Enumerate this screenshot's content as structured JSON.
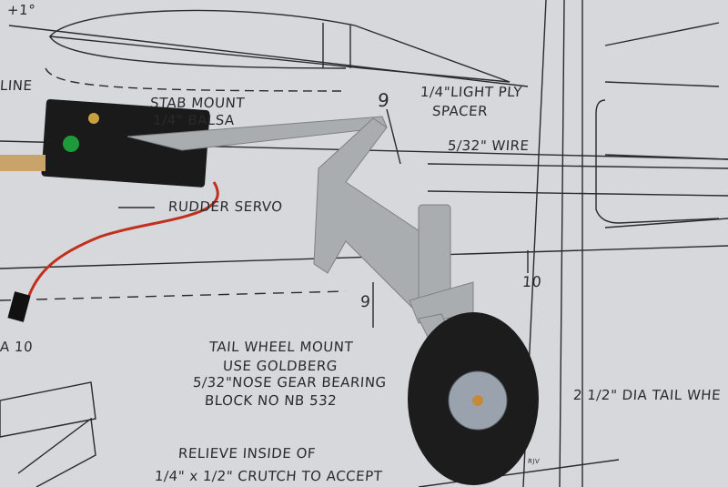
{
  "plan_labels": {
    "angle": "+1°",
    "line": "LINE",
    "stab_mount_1": "STAB MOUNT",
    "stab_mount_2": "1/4\" BALSA",
    "station_9_top": "9",
    "ply_1": "1/4\"LIGHT PLY",
    "ply_2": "SPACER",
    "wire": "5/32\" WIRE",
    "rudder_servo": "RUDDER SERVO",
    "station_10": "10",
    "station_9_bottom": "9",
    "a10": "A 10",
    "mount_1": "TAIL WHEEL MOUNT",
    "mount_2": "USE GOLDBERG",
    "mount_3": "5/32\"NOSE GEAR BEARING",
    "mount_4": "BLOCK NO NB 532",
    "wheel_dia": "2 1/2\" DIA TAIL WHE",
    "relieve_1": "RELIEVE INSIDE OF",
    "relieve_2": "1/4\" x 1/2\" CRUTCH TO ACCEPT",
    "initials": "RJV"
  },
  "colors": {
    "paper": "#d6d8dc",
    "ink": "#2a2a2c",
    "servo": "#1a1a1a",
    "gear": "#a9adb0",
    "tire": "#1c1c1c",
    "wire_red": "#c0301c"
  }
}
